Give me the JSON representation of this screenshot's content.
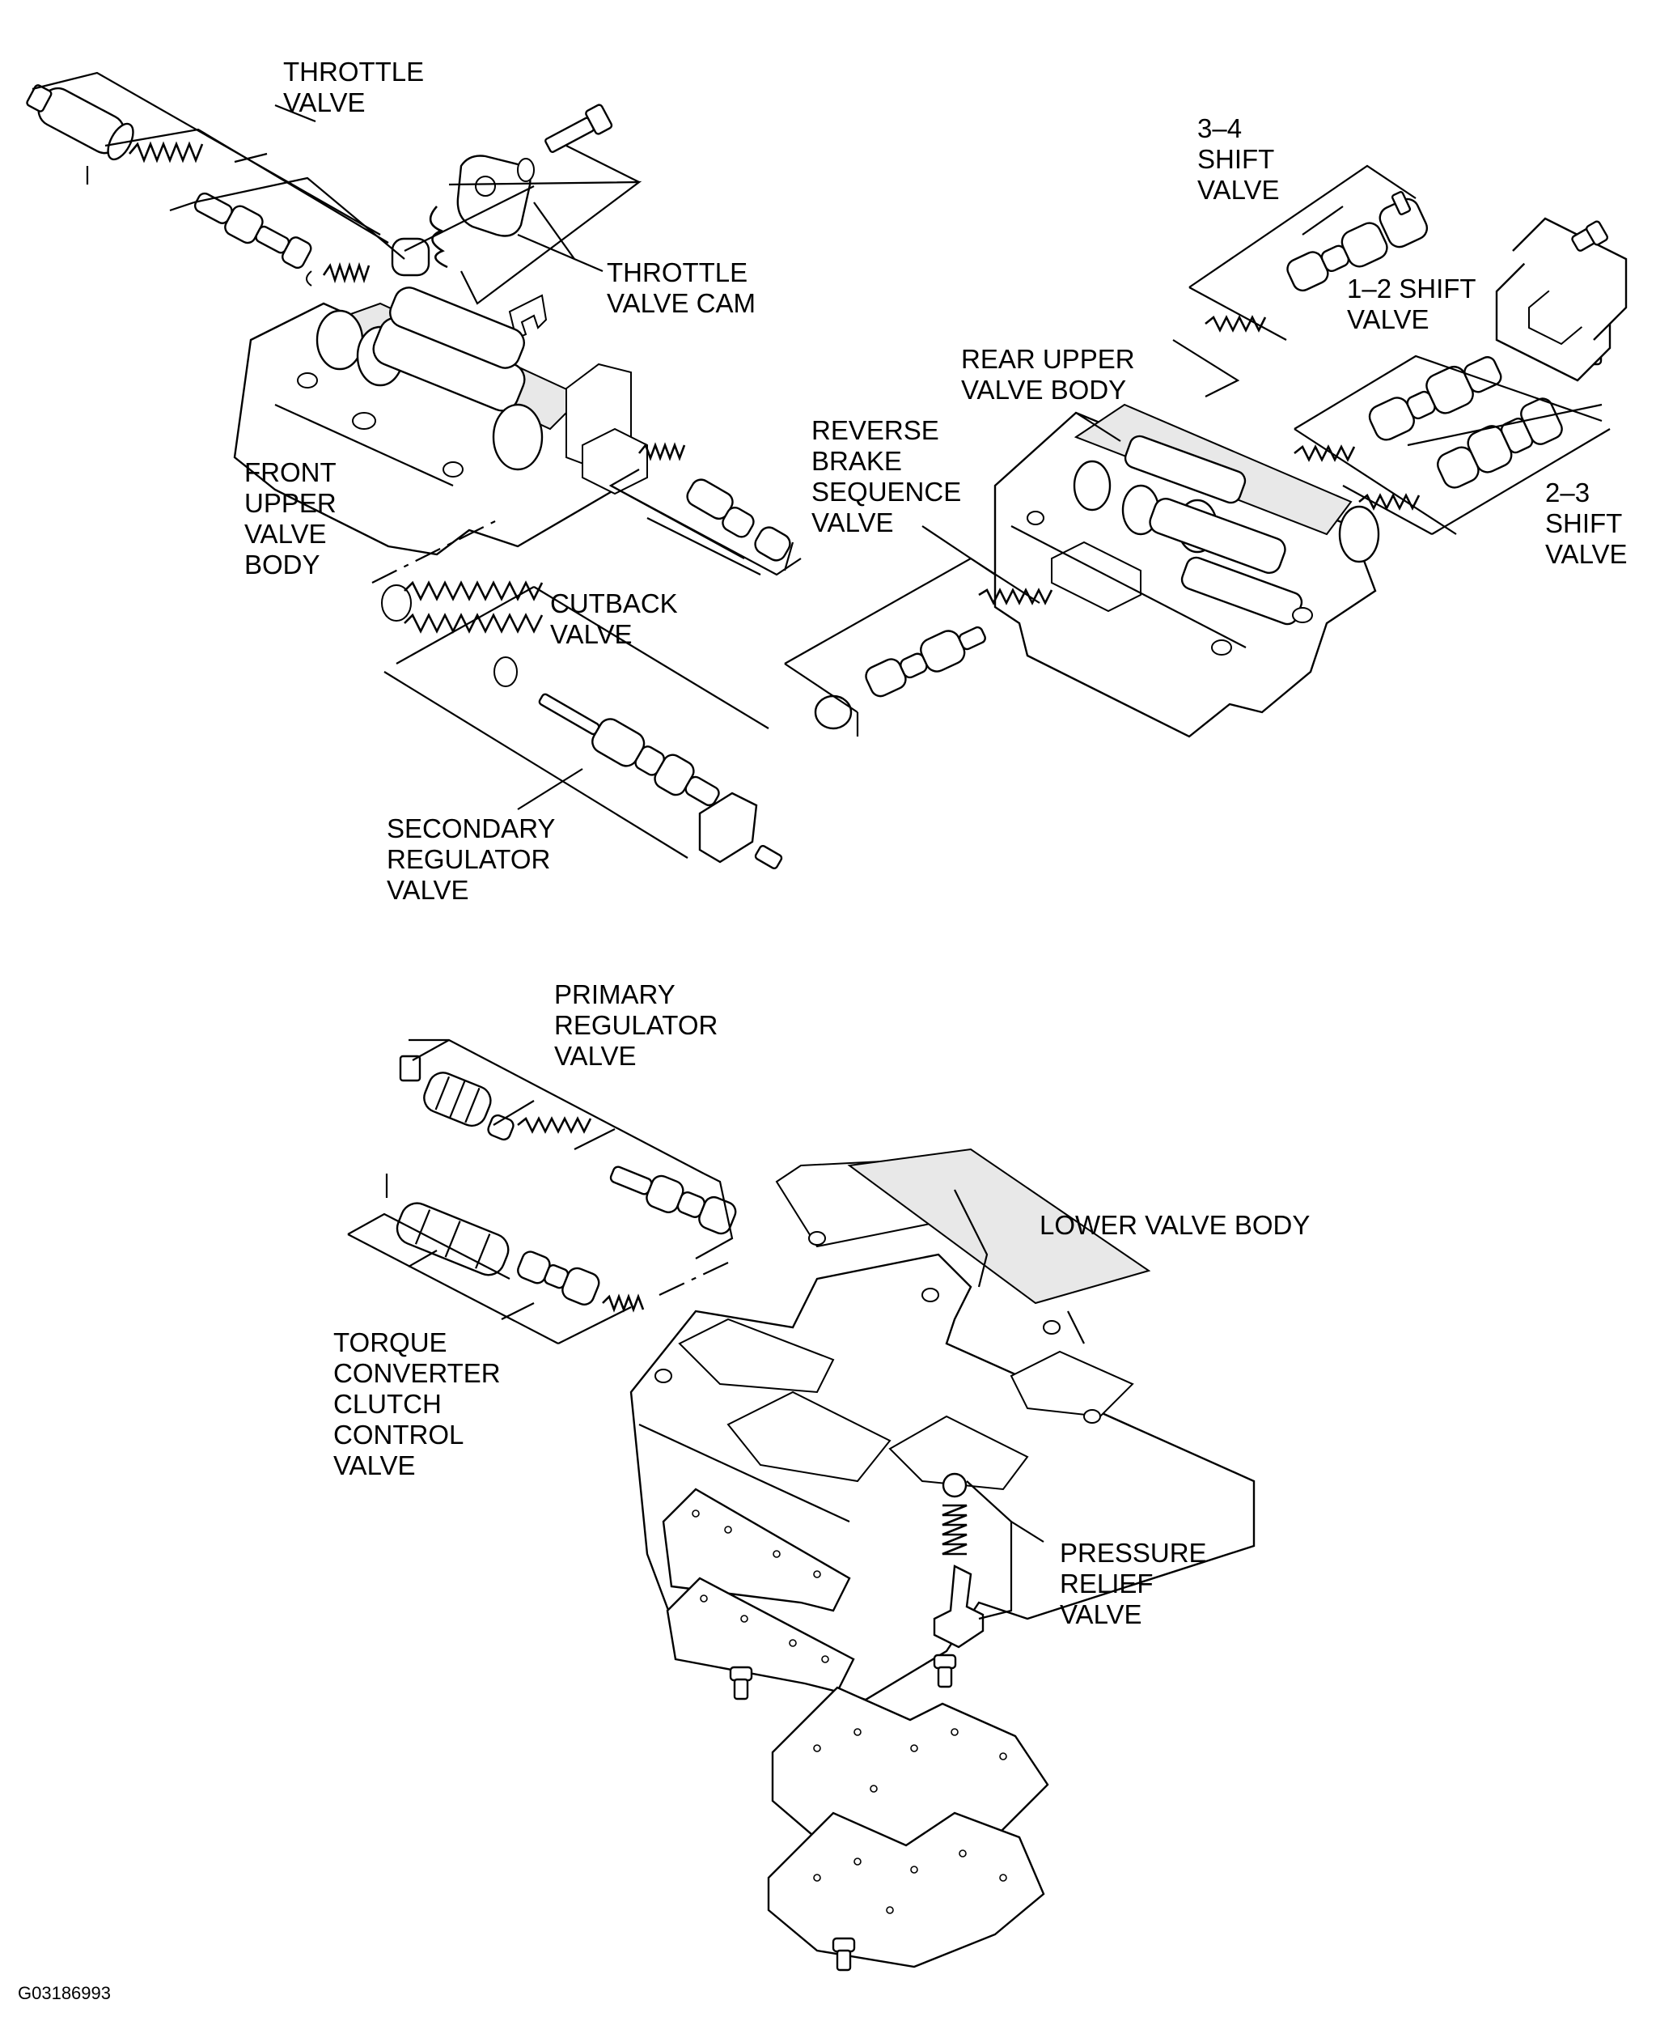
{
  "figure_code": "G03186993",
  "labels": {
    "throttle_valve": [
      "THROTTLE",
      "VALVE"
    ],
    "throttle_valve_cam": [
      "THROTTLE",
      "VALVE CAM"
    ],
    "front_upper_valve_body": [
      "FRONT",
      "UPPER",
      "VALVE",
      "BODY"
    ],
    "cutback_valve": [
      "CUTBACK",
      "VALVE"
    ],
    "secondary_regulator_valve": [
      "SECONDARY",
      "REGULATOR",
      "VALVE"
    ],
    "shift_valve_3_4": [
      "3–4",
      "SHIFT",
      "VALVE"
    ],
    "shift_valve_1_2": [
      "1–2 SHIFT",
      "VALVE"
    ],
    "rear_upper_valve_body": [
      "REAR UPPER",
      "VALVE BODY"
    ],
    "reverse_brake_sequence_valve": [
      "REVERSE",
      "BRAKE",
      "SEQUENCE",
      "VALVE"
    ],
    "shift_valve_2_3": [
      "2–3",
      "SHIFT",
      "VALVE"
    ],
    "primary_regulator_valve": [
      "PRIMARY",
      "REGULATOR",
      "VALVE"
    ],
    "lower_valve_body": [
      "LOWER VALVE BODY"
    ],
    "torque_converter_clutch_control_valve": [
      "TORQUE",
      "CONVERTER",
      "CLUTCH",
      "CONTROL",
      "VALVE"
    ],
    "pressure_relief_valve": [
      "PRESSURE",
      "RELIEF",
      "VALVE"
    ]
  }
}
